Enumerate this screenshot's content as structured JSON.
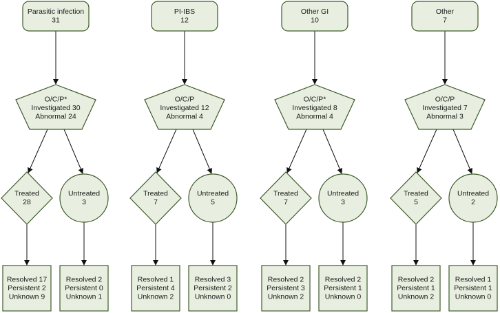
{
  "columns": [
    {
      "category": {
        "name": "Parasitic infection",
        "count": "31"
      },
      "ocp": {
        "label": "O/C/P*",
        "investigated": "Investigated 30",
        "abnormal": "Abnormal 24"
      },
      "treated": {
        "label": "Treated",
        "count": "28"
      },
      "untreated": {
        "label": "Untreated",
        "count": "3"
      },
      "treated_outcome": {
        "resolved": "Resolved 17",
        "persistent": "Persistent 2",
        "unknown": "Unknown 9"
      },
      "untreated_outcome": {
        "resolved": "Resolved 2",
        "persistent": "Persistent 0",
        "unknown": "Unknown 1"
      }
    },
    {
      "category": {
        "name": "PI-IBS",
        "count": "12"
      },
      "ocp": {
        "label": "O/C/P",
        "investigated": "Investigated 12",
        "abnormal": "Abnormal 4"
      },
      "treated": {
        "label": "Treated",
        "count": "7"
      },
      "untreated": {
        "label": "Untreated",
        "count": "5"
      },
      "treated_outcome": {
        "resolved": "Resolved 1",
        "persistent": "Persistent 4",
        "unknown": "Unknown 2"
      },
      "untreated_outcome": {
        "resolved": "Resolved 3",
        "persistent": "Persistent 2",
        "unknown": "Unknown 0"
      }
    },
    {
      "category": {
        "name": "Other GI",
        "count": "10"
      },
      "ocp": {
        "label": "O/C/P*",
        "investigated": "Investigated 8",
        "abnormal": "Abnormal 4"
      },
      "treated": {
        "label": "Treated",
        "count": "7"
      },
      "untreated": {
        "label": "Untreated",
        "count": "3"
      },
      "treated_outcome": {
        "resolved": "Resolved 2",
        "persistent": "Persistent 3",
        "unknown": "Unknown 2"
      },
      "untreated_outcome": {
        "resolved": "Resolved 2",
        "persistent": "Persistent 1",
        "unknown": "Unknown 0"
      }
    },
    {
      "category": {
        "name": "Other",
        "count": "7"
      },
      "ocp": {
        "label": "O/C/P",
        "investigated": "Investigated 7",
        "abnormal": "Abnormal 3"
      },
      "treated": {
        "label": "Treated",
        "count": "5"
      },
      "untreated": {
        "label": "Untreated",
        "count": "2"
      },
      "treated_outcome": {
        "resolved": "Resolved 2",
        "persistent": "Persistent 1",
        "unknown": "Unknown 2"
      },
      "untreated_outcome": {
        "resolved": "Resolved 1",
        "persistent": "Persistent 1",
        "unknown": "Unknown 0"
      }
    }
  ],
  "colors": {
    "node_fill": "#e8efe0",
    "node_stroke": "#3d5a2a",
    "edge": "#111111"
  }
}
